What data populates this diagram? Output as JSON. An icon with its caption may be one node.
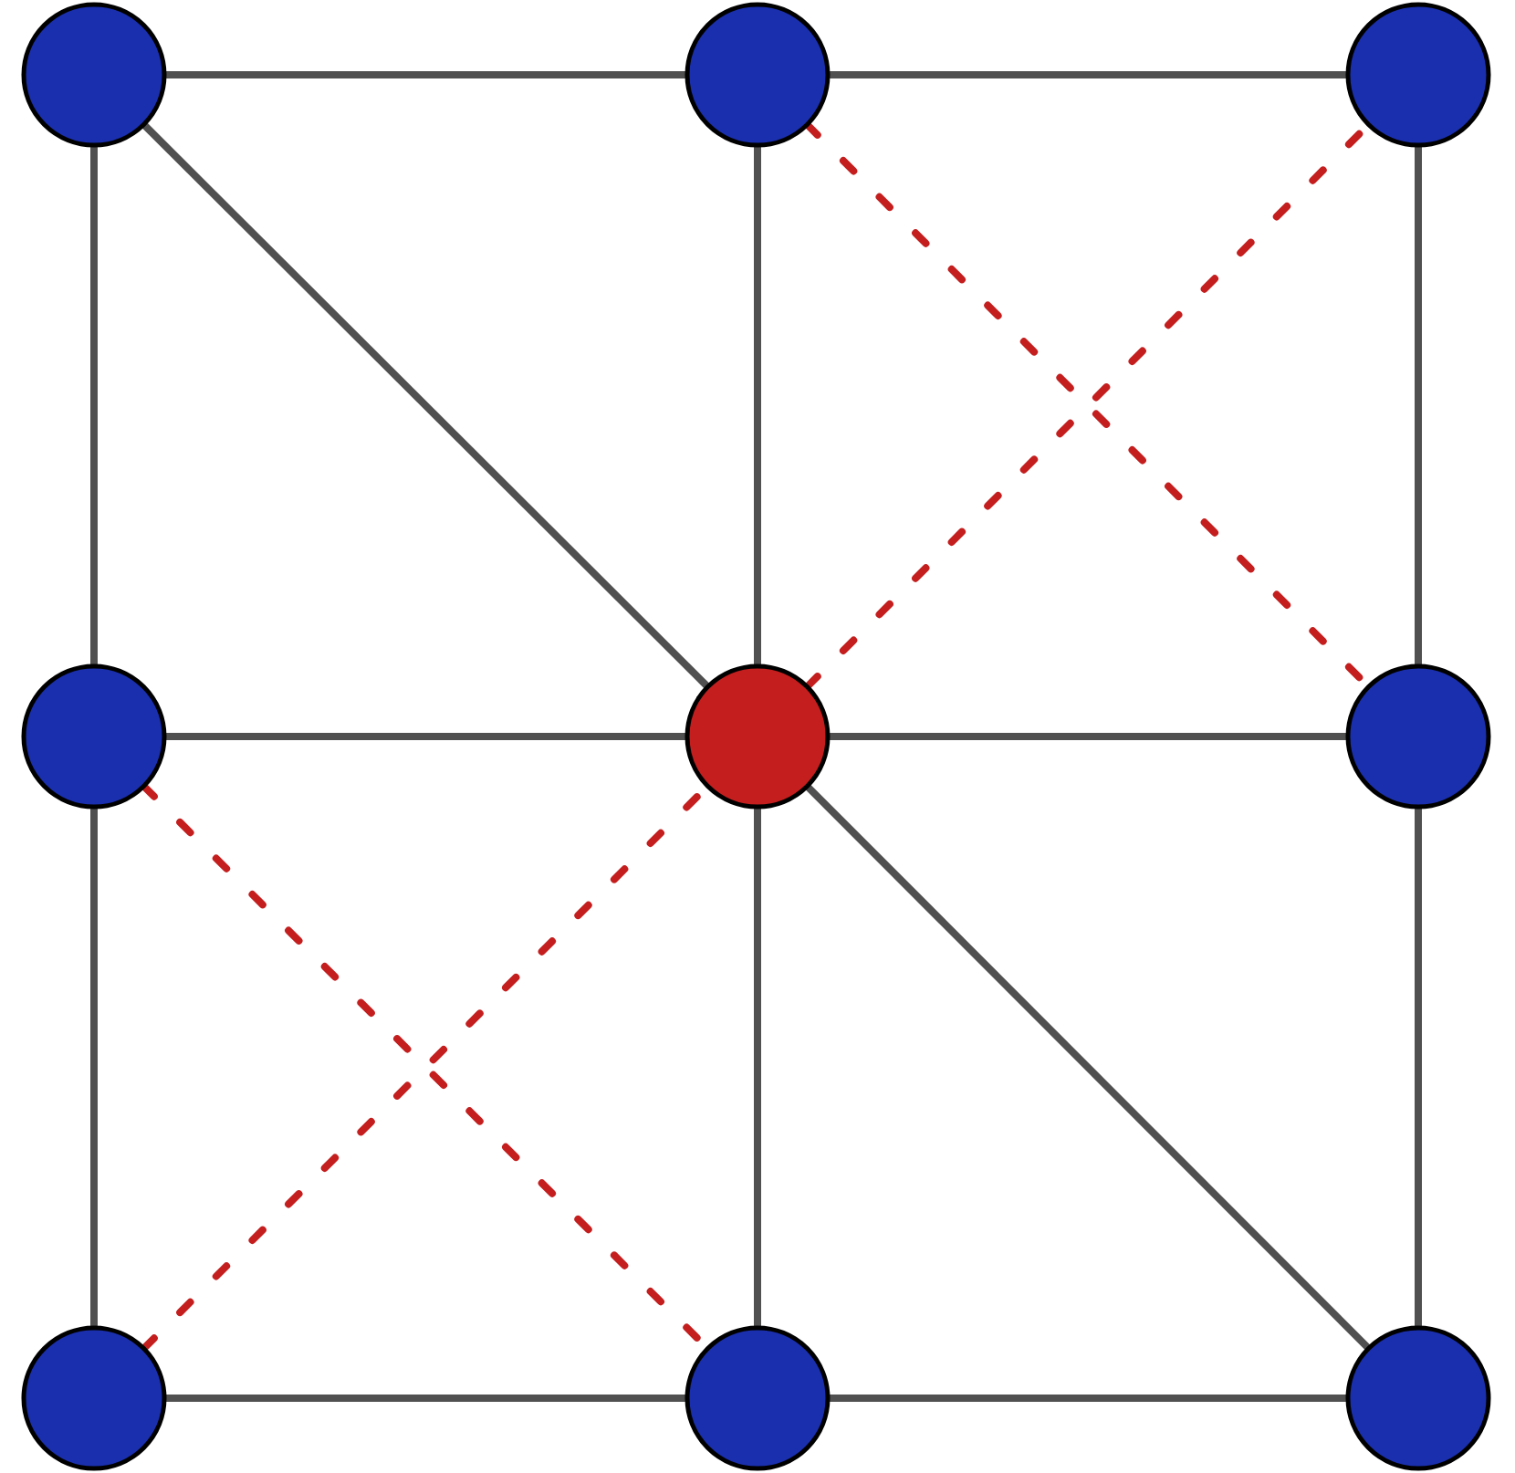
{
  "diagram": {
    "nodes": [
      {
        "text": [],
        "shape": "circle"
      },
      {
        "text": [],
        "shape": "circle"
      },
      {
        "text": [],
        "shape": "circle"
      },
      {
        "text": [],
        "shape": "circle"
      },
      {
        "text": [],
        "shape": "circle"
      },
      {
        "text": [],
        "shape": "circle"
      },
      {
        "text": [],
        "shape": "circle"
      },
      {
        "text": [],
        "shape": "circle"
      },
      {
        "text": [],
        "shape": "circle"
      }
    ],
    "edges": [
      {
        "from": 0,
        "to": 1,
        "arrow": "none"
      },
      {
        "from": 1,
        "to": 2,
        "arrow": "none"
      },
      {
        "from": 0,
        "to": 3,
        "arrow": "none"
      },
      {
        "from": 0,
        "to": 4,
        "arrow": "none"
      },
      {
        "from": 1,
        "to": 4,
        "arrow": "none"
      },
      {
        "from": 2,
        "to": 5,
        "arrow": "none"
      },
      {
        "from": 1,
        "to": 5,
        "arrow": "none",
        "style": "dashed",
        "color": "#c41e1e"
      },
      {
        "from": 4,
        "to": 2,
        "arrow": "none",
        "style": "dashed",
        "color": "#c41e1e"
      },
      {
        "from": 3,
        "to": 4,
        "arrow": "none"
      },
      {
        "from": 4,
        "to": 5,
        "arrow": "none"
      },
      {
        "from": 3,
        "to": 6,
        "arrow": "none"
      },
      {
        "from": 4,
        "to": 7,
        "arrow": "none"
      },
      {
        "from": 4,
        "to": 8,
        "arrow": "none"
      },
      {
        "from": 5,
        "to": 8,
        "arrow": "none"
      },
      {
        "from": 3,
        "to": 7,
        "arrow": "none",
        "style": "dashed",
        "color": "#c41e1e"
      },
      {
        "from": 6,
        "to": 4,
        "arrow": "none",
        "style": "dashed",
        "color": "#c41e1e"
      },
      {
        "from": 6,
        "to": 7,
        "arrow": "none"
      },
      {
        "from": 7,
        "to": 8,
        "arrow": "none"
      }
    ]
  }
}
